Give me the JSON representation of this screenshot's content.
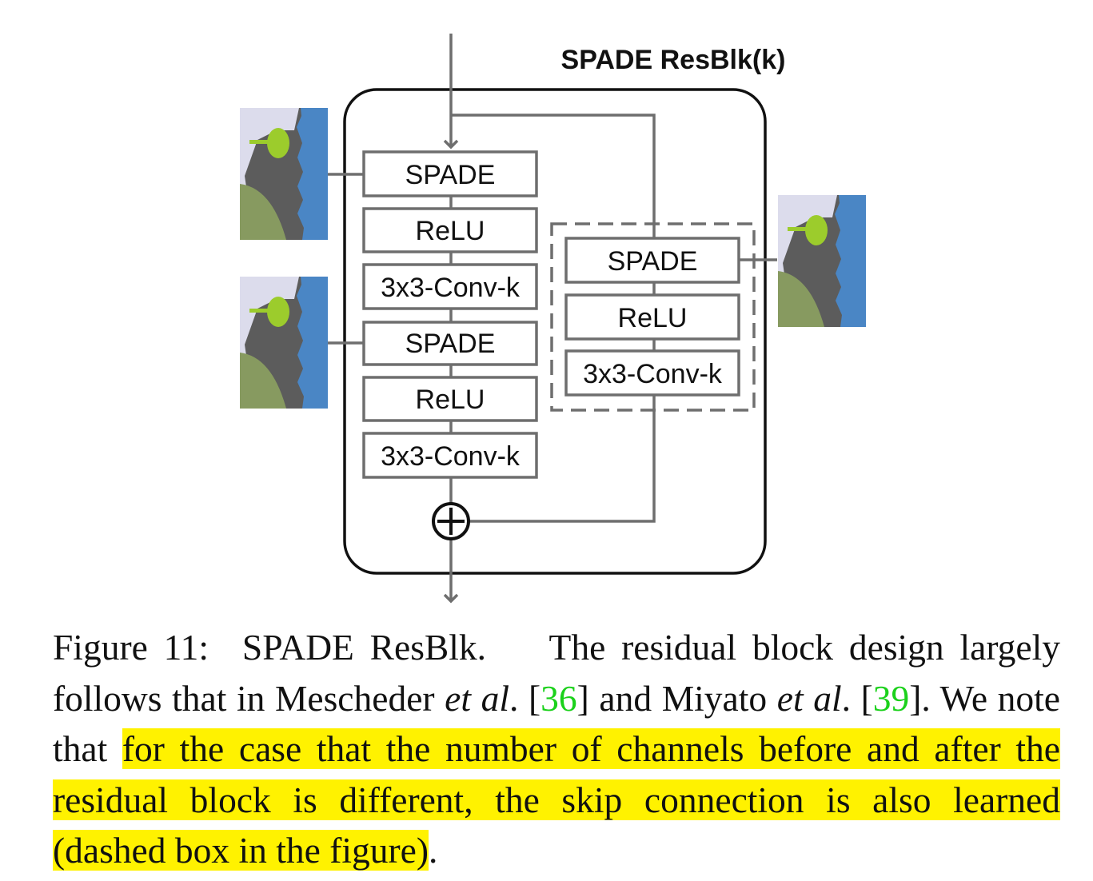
{
  "figure": {
    "title": "SPADE ResBlk(k)",
    "main_blocks": [
      "SPADE",
      "ReLU",
      "3x3-Conv-k",
      "SPADE",
      "ReLU",
      "3x3-Conv-k"
    ],
    "skip_blocks": [
      "SPADE",
      "ReLU",
      "3x3-Conv-k"
    ],
    "sum_symbol": "⊕",
    "colors": {
      "line": "#6e6e6e",
      "map_background": "#dcdcec",
      "map_road": "#5c5c5c",
      "map_water": "#4a86c5",
      "map_grass": "#879a60",
      "map_tree": "#9ccc2c"
    }
  },
  "caption": {
    "label": "Figure 11:",
    "title": "SPADE ResBlk.",
    "s1": "The residual block design largely follows that in Mescheder ",
    "etal1": "et al",
    "s2": ". [",
    "cite1": "36",
    "s3": "] and Miyato ",
    "etal2": "et al",
    "s4": ". [",
    "cite2": "39",
    "s5": "]. We note that ",
    "highlight": "for the case that the number of chan­nels before and after the residual block is different, the skip connection is also learned (dashed box in the figure)",
    "end": "."
  }
}
